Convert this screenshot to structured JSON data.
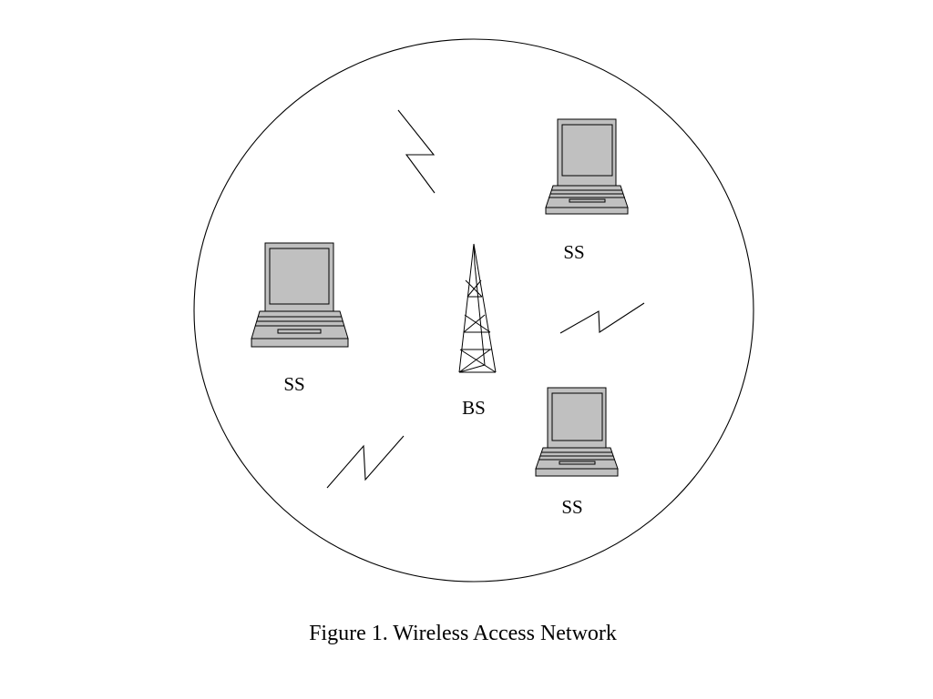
{
  "diagram": {
    "nodes": [
      {
        "id": "ss-top-right",
        "label": "SS"
      },
      {
        "id": "ss-left",
        "label": "SS"
      },
      {
        "id": "bs",
        "label": "BS"
      },
      {
        "id": "ss-bottom-right",
        "label": "SS"
      }
    ],
    "caption": "Figure 1. Wireless Access Network"
  },
  "colors": {
    "stroke": "#000000",
    "device_fill": "#c0c0c0",
    "background": "#ffffff"
  }
}
